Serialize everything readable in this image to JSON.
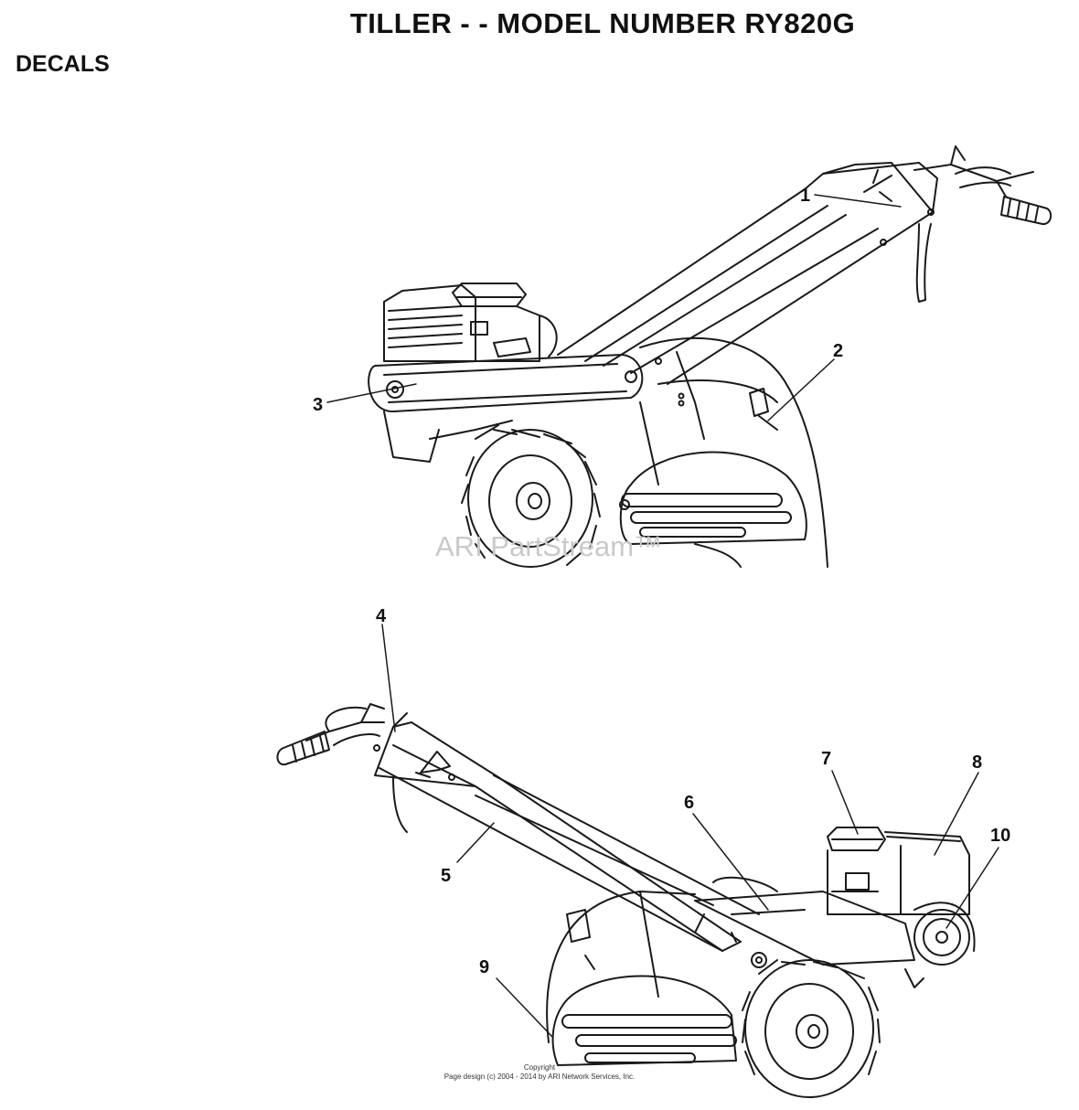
{
  "header": {
    "title": "TILLER - - MODEL NUMBER RY820G",
    "section": "DECALS"
  },
  "callouts": [
    "1",
    "2",
    "3",
    "4",
    "5",
    "6",
    "7",
    "8",
    "9",
    "10"
  ],
  "watermark": "ARI PartStream™",
  "footer": {
    "copyright": "Copyright",
    "design": "Page design (c) 2004 - 2014 by ARI Network Services, Inc."
  }
}
